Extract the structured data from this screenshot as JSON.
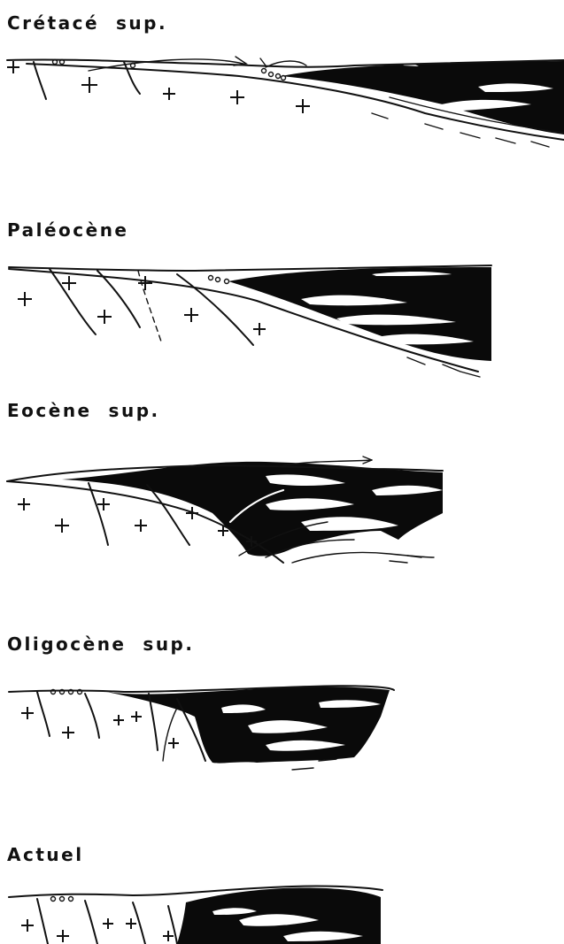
{
  "stages": [
    {
      "key": "cretace",
      "label": "Crétacé  sup."
    },
    {
      "key": "paleocene",
      "label": "Paléocène"
    },
    {
      "key": "eocene",
      "label": "Eocène  sup."
    },
    {
      "key": "oligocene",
      "label": "Oligocène  sup."
    },
    {
      "key": "actuel",
      "label": "Actuel"
    }
  ],
  "colors": {
    "ink": "#111111",
    "paper": "#ffffff"
  }
}
